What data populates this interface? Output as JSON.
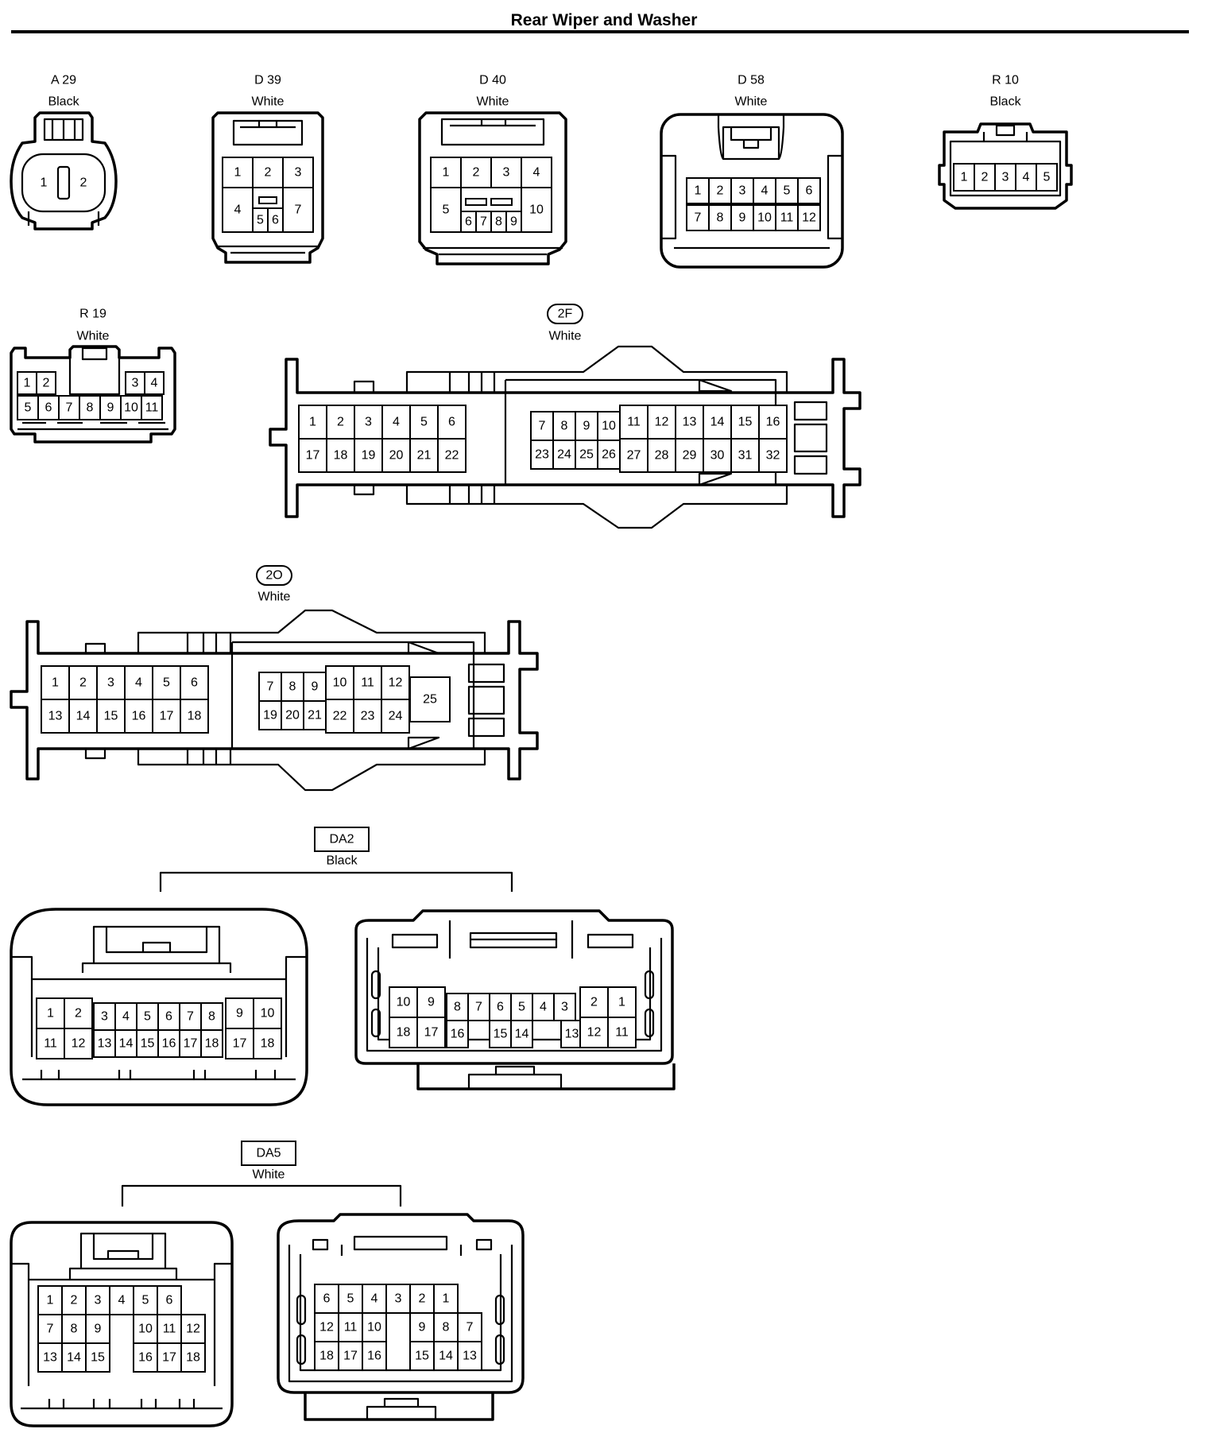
{
  "title": "Rear Wiper and Washer",
  "connectors": [
    {
      "id": "A 29",
      "color": "Black",
      "pins": [
        "1",
        "2"
      ]
    },
    {
      "id": "D 39",
      "color": "White",
      "pins": [
        "1",
        "2",
        "3",
        "4",
        "5",
        "6",
        "7"
      ]
    },
    {
      "id": "D 40",
      "color": "White",
      "pins": [
        "1",
        "2",
        "3",
        "4",
        "5",
        "6",
        "7",
        "8",
        "9",
        "10"
      ]
    },
    {
      "id": "D 58",
      "color": "White",
      "pins": [
        "1",
        "2",
        "3",
        "4",
        "5",
        "6",
        "7",
        "8",
        "9",
        "10",
        "11",
        "12"
      ]
    },
    {
      "id": "R 10",
      "color": "Black",
      "pins": [
        "1",
        "2",
        "3",
        "4",
        "5"
      ]
    },
    {
      "id": "R 19",
      "color": "White",
      "pins": [
        "1",
        "2",
        "3",
        "4",
        "5",
        "6",
        "7",
        "8",
        "9",
        "10",
        "11"
      ]
    },
    {
      "id": "2F",
      "color": "White",
      "pins": [
        "1",
        "2",
        "3",
        "4",
        "5",
        "6",
        "7",
        "8",
        "9",
        "10",
        "11",
        "12",
        "13",
        "14",
        "15",
        "16",
        "17",
        "18",
        "19",
        "20",
        "21",
        "22",
        "23",
        "24",
        "25",
        "26",
        "27",
        "28",
        "29",
        "30",
        "31",
        "32"
      ]
    },
    {
      "id": "2O",
      "color": "White",
      "pins": [
        "1",
        "2",
        "3",
        "4",
        "5",
        "6",
        "7",
        "8",
        "9",
        "10",
        "11",
        "12",
        "13",
        "14",
        "15",
        "16",
        "17",
        "18",
        "19",
        "20",
        "21",
        "22",
        "23",
        "24",
        "25"
      ]
    },
    {
      "id": "DA2",
      "color": "Black",
      "pins": [
        "1",
        "2",
        "3",
        "4",
        "5",
        "6",
        "7",
        "8",
        "9",
        "10",
        "11",
        "12",
        "13",
        "14",
        "15",
        "16",
        "17",
        "18"
      ]
    },
    {
      "id": "DA5",
      "color": "White",
      "pins": [
        "1",
        "2",
        "3",
        "4",
        "5",
        "6",
        "7",
        "8",
        "9",
        "10",
        "11",
        "12",
        "13",
        "14",
        "15",
        "16",
        "17",
        "18"
      ]
    }
  ]
}
